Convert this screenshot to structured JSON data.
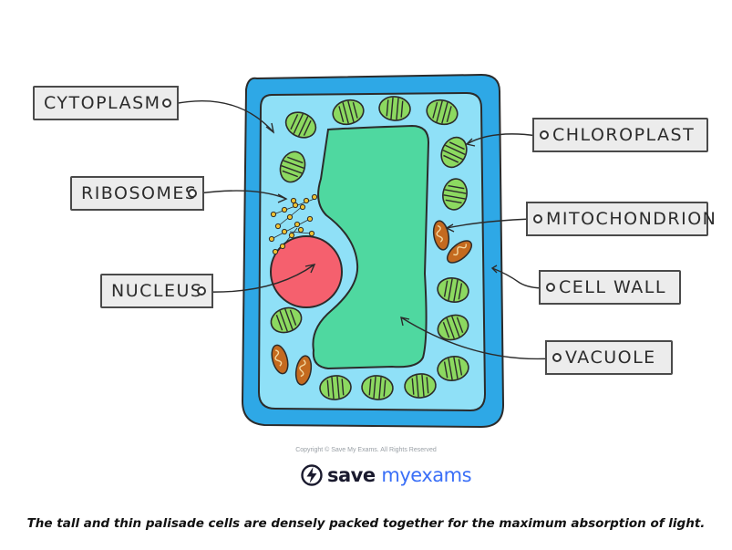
{
  "labels": {
    "cytoplasm": "CYTOPLASM",
    "ribosomes": "RIBOSOMES",
    "nucleus": "NUCLEUS",
    "chloroplast": "CHLOROPLAST",
    "mitochondrion": "MITOCHONDRION",
    "cell_wall": "CELL WALL",
    "vacuole": "VACUOLE"
  },
  "copyright": "Copyright © Save My Exams. All Rights Reserved",
  "logo": {
    "text_main": "save",
    "text_accent": "myexams"
  },
  "caption": "The tall and thin palisade cells are densely packed together for the maximum absorption of light.",
  "colors": {
    "cell_wall": "#2ea8e6",
    "cytoplasm": "#8fe0f7",
    "vacuole": "#4fd8a0",
    "nucleus": "#f5606e",
    "chloroplast": "#8cd960",
    "mitochondrion": "#c46a1f",
    "ribosome": "#f0c232"
  }
}
